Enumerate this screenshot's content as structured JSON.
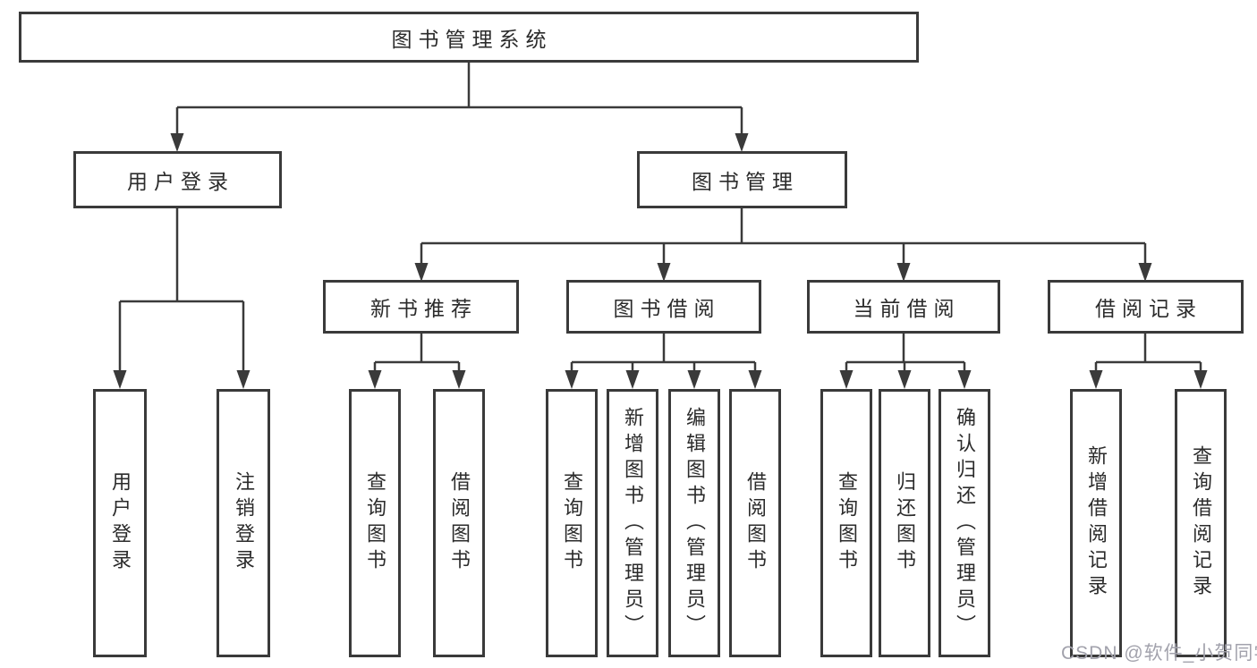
{
  "diagram": {
    "title": "图书管理系统",
    "type": "hierarchy-tree"
  },
  "nodes": {
    "root": {
      "label": "图书管理系统"
    },
    "l2": [
      {
        "label": "用户登录"
      },
      {
        "label": "图书管理"
      }
    ],
    "l3": [
      {
        "label": "新书推荐"
      },
      {
        "label": "图书借阅"
      },
      {
        "label": "当前借阅"
      },
      {
        "label": "借阅记录"
      }
    ],
    "leaves": [
      {
        "label": "用户登录",
        "parent": "用户登录"
      },
      {
        "label": "注销登录",
        "parent": "用户登录"
      },
      {
        "label": "查询图书",
        "parent": "新书推荐"
      },
      {
        "label": "借阅图书",
        "parent": "新书推荐"
      },
      {
        "label": "查询图书",
        "parent": "图书借阅"
      },
      {
        "label": "新增图书（管理员）",
        "parent": "图书借阅"
      },
      {
        "label": "编辑图书（管理员）",
        "parent": "图书借阅"
      },
      {
        "label": "借阅图书",
        "parent": "图书借阅"
      },
      {
        "label": "查询图书",
        "parent": "当前借阅"
      },
      {
        "label": "归还图书",
        "parent": "当前借阅"
      },
      {
        "label": "确认归还（管理员）",
        "parent": "当前借阅"
      },
      {
        "label": "新增借阅记录",
        "parent": "借阅记录"
      },
      {
        "label": "查询借阅记录",
        "parent": "借阅记录"
      }
    ]
  },
  "watermark": {
    "text": "CSDN @软件_小贺同学",
    "color": "#a2a2ac"
  },
  "colors": {
    "line": "#3a3a3a",
    "border": "#3a3a3a",
    "box_fill": "#ffffff",
    "text": "#2b2b2b",
    "background": "#ffffff"
  }
}
